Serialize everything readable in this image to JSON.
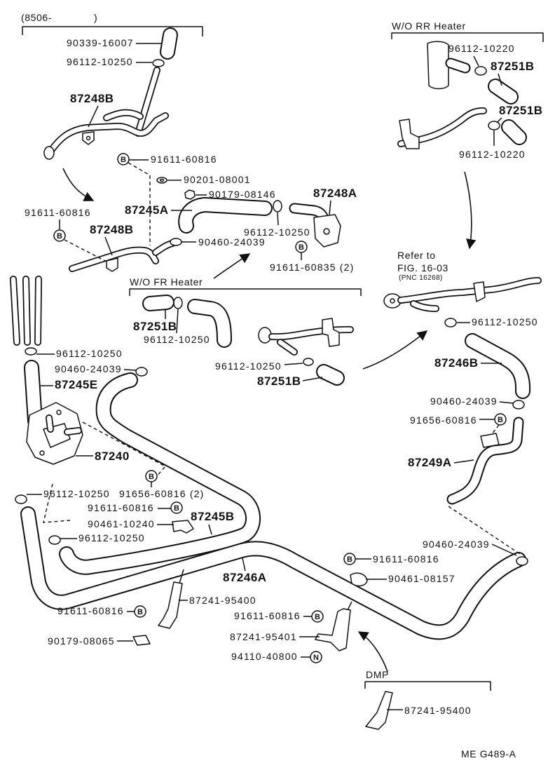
{
  "sections": {
    "range_open": "(8506-",
    "range_close": ")",
    "wo_rr_heater": "W/O RR Heater",
    "wo_fr_heater": "W/O FR Heater",
    "dmp": "DMP",
    "refer_to": "Refer to",
    "refer_fig": "FIG. 16-03",
    "refer_pnc": "(PNC 16268)"
  },
  "symbols": {
    "b": "B",
    "n": "N"
  },
  "parts": {
    "top_cap": "90339-16007",
    "top_clamp": "96112-10250",
    "top_pipe": "87248B",
    "top_bolt": "91611-60816",
    "washer": "90201-08001",
    "nut_top": "90179-08146",
    "pipe_a": "87248A",
    "hose_a": "87245A",
    "clamp_mid": "96112-10250",
    "left_bolt": "91611-60816",
    "pipe_b2": "87248B",
    "clamp_b2": "90460-24039",
    "bolt_2": "91611-60835 (2)",
    "fr_hose_1": "87251B",
    "fr_clamp_1": "96112-10250",
    "fr_clamp_2": "96112-10250",
    "fr_hose_2": "87251B",
    "rr_clamp_1": "96112-10220",
    "rr_hose_1": "87251B",
    "rr_hose_2": "87251B",
    "rr_clamp_2": "96112-10220",
    "right_clamp_1": "96112-10250",
    "hose_246b": "87246B",
    "right_clamp_2": "90460-24039",
    "right_bolt": "91656-60816",
    "hose_249a": "87249A",
    "right_clamp_3": "90460-24039",
    "left_clamp_1": "96112-10250",
    "left_clamp_2": "90460-24039",
    "hose_245e": "87245E",
    "valve_240": "87240",
    "left_clamp_3": "96112-10250",
    "bolt_valve": "91656-60816 (2)",
    "bolt_clip": "91611-60816",
    "clip_10240": "90461-10240",
    "hose_245b": "87245B",
    "left_clamp_4": "96112-10250",
    "hose_246a": "87246A",
    "bolt_clip2": "91611-60816",
    "clip_08157": "90461-08157",
    "bracket_1": "87241-95400",
    "bolt_bracket1": "91611-60816",
    "nut_08065": "90179-08065",
    "bolt_bracket2": "91611-60816",
    "bracket_2": "87241-95401",
    "nut_n": "94110-40800",
    "bracket_dmp": "87241-95400"
  },
  "footer": {
    "code": "ME G489-A"
  }
}
